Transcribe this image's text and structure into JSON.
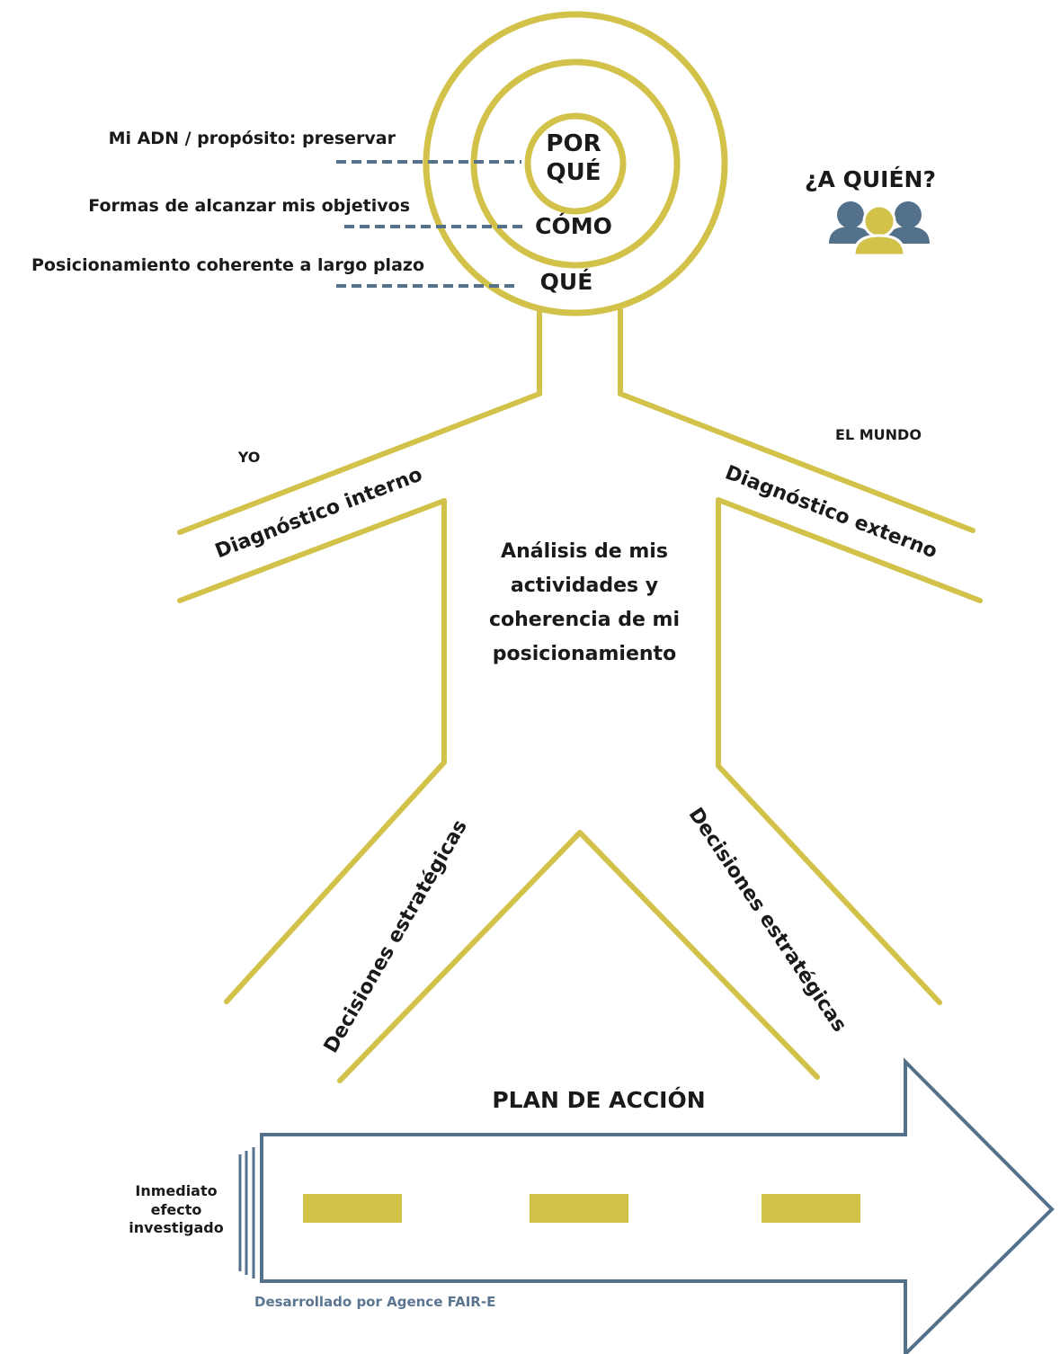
{
  "colors": {
    "accent": "#d2c24a",
    "dashed": "#56728a",
    "people_blue": "#54718c",
    "text": "#1a1a1a",
    "credit": "#5a7690"
  },
  "circle_labels": {
    "por_que": [
      "POR",
      "QUÉ"
    ],
    "como": "CÓMO",
    "que": "QUÉ"
  },
  "side_labels": {
    "adn": "Mi ADN / propósito: preservar",
    "formas": "Formas de alcanzar mis objetivos",
    "posicionamiento": "Posicionamiento coherente a largo plazo"
  },
  "audience": {
    "label": "¿A QUIÉN?",
    "icon": "people-group-icon"
  },
  "arms": {
    "yo": "YO",
    "el_mundo": "EL MUNDO",
    "diag_interno": "Diagnóstico interno",
    "diag_externo": "Diagnóstico externo"
  },
  "center_text": [
    "Análisis de mis",
    "actividades y",
    "coherencia de mi",
    "posicionamiento"
  ],
  "decisions": {
    "left": "Decisiones estratégicas",
    "right": "Decisiones estratégicas"
  },
  "plan": {
    "title": "PLAN DE ACCIÓN",
    "timeline_label": [
      "Inmediato",
      "efecto",
      "investigado"
    ],
    "step_count": 3
  },
  "credit": "Desarrollado por Agence FAIR-E"
}
